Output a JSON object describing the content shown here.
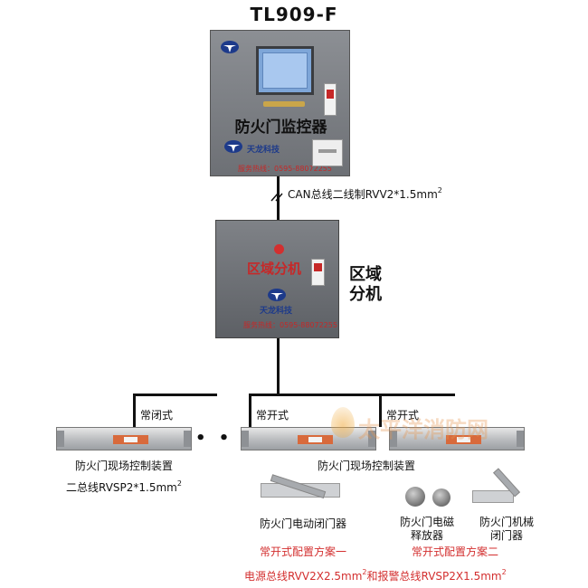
{
  "title": "TL909-F",
  "controller": {
    "label": "防火门监控器",
    "brand": "天龙科技",
    "hotline": "服务热线：0595-88072255"
  },
  "bus_top": {
    "text": "CAN总线二线制RVV2*1.5mm",
    "sup": "2"
  },
  "zone": {
    "label": "区域分机",
    "brand": "天龙科技",
    "hotline": "服务热线：0595-88072255",
    "side_label_1": "区域",
    "side_label_2": "分机"
  },
  "branches": {
    "normally_closed": "常闭式",
    "normally_open_1": "常开式",
    "normally_open_2": "常开式",
    "ellipsis": "• • •"
  },
  "devices": {
    "left_caption": "防火门现场控制装置",
    "left_bus": "二总线RVSP2*1.5mm",
    "left_bus_sup": "2",
    "middle_caption": "防火门现场控制装置"
  },
  "equipment": {
    "electric_closer": "防火门电动闭门器",
    "magnetic_release_1": "防火门电磁",
    "magnetic_release_2": "释放器",
    "mechanical_closer_1": "防火门机械",
    "mechanical_closer_2": "闭门器"
  },
  "schemes": {
    "scheme_one": "常开式配置方案一",
    "scheme_two": "常开式配置方案二"
  },
  "power_note": {
    "part1": "电源总线RVV2X2.5mm",
    "sup1": "2",
    "part2": "和报警总线RVSP2X1.5mm",
    "sup2": "2"
  },
  "watermark": "太平洋消防网",
  "colors": {
    "accent_red": "#d32f2f",
    "device_orange": "#d86a3c",
    "panel_grey": "#6d7075"
  }
}
